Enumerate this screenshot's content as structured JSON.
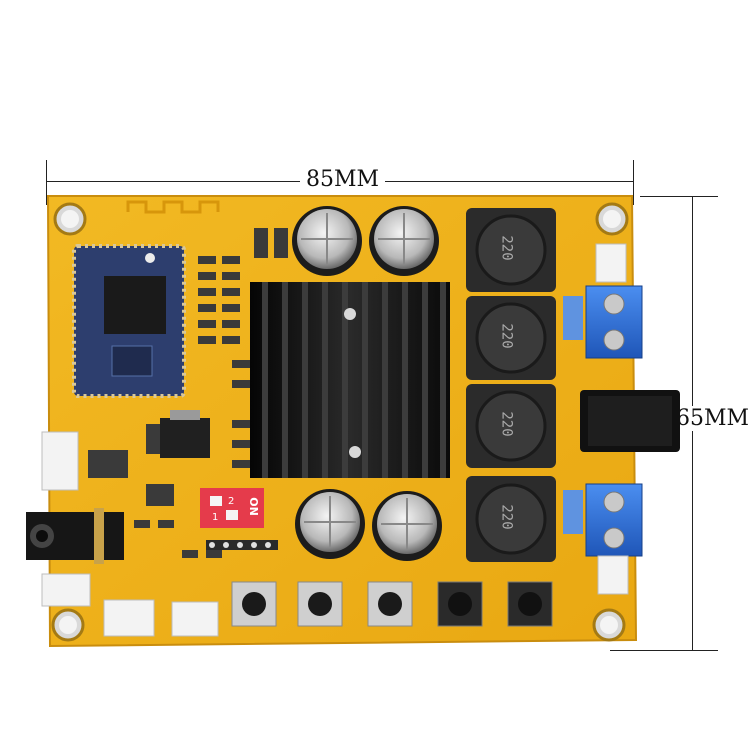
{
  "dimensions": {
    "width_label": "85MM",
    "height_label": "65MM"
  },
  "board": {
    "inductor_marking": "220",
    "dip_switch_label": "ON",
    "dip_switch_numbers": [
      "1",
      "2"
    ],
    "board_color": "#f0b21c",
    "terminal_color": "#2f6fd6",
    "heatsink_color": "#151515"
  },
  "icons": [
    "bluetooth-module",
    "heatsink",
    "capacitor",
    "inductor",
    "screw-terminal",
    "dc-jack",
    "audio-jack",
    "push-button",
    "dip-switch",
    "jst-connector"
  ]
}
